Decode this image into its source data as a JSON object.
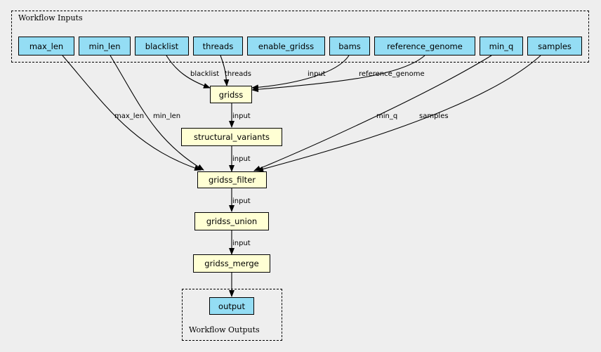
{
  "clusters": {
    "inputs_title": "Workflow Inputs",
    "outputs_title": "Workflow Outputs"
  },
  "inputs": [
    "max_len",
    "min_len",
    "blacklist",
    "threads",
    "enable_gridss",
    "bams",
    "reference_genome",
    "min_q",
    "samples"
  ],
  "steps": {
    "gridss": "gridss",
    "structural_variants": "structural_variants",
    "gridss_filter": "gridss_filter",
    "gridss_union": "gridss_union",
    "gridss_merge": "gridss_merge"
  },
  "outputs": {
    "output": "output"
  },
  "edge_labels": {
    "blacklist": "blacklist",
    "threads": "threads",
    "bams": "input",
    "reference_genome": "reference_genome",
    "max_len": "max_len",
    "min_len": "min_len",
    "gridss_to_sv": "input",
    "sv_to_filter": "input",
    "min_q": "min_q",
    "samples": "samples",
    "filter_to_union": "input",
    "union_to_merge": "input"
  },
  "colors": {
    "background": "#eeeeee",
    "input_node": "#94ddf4",
    "step_node": "#ffffd4"
  }
}
